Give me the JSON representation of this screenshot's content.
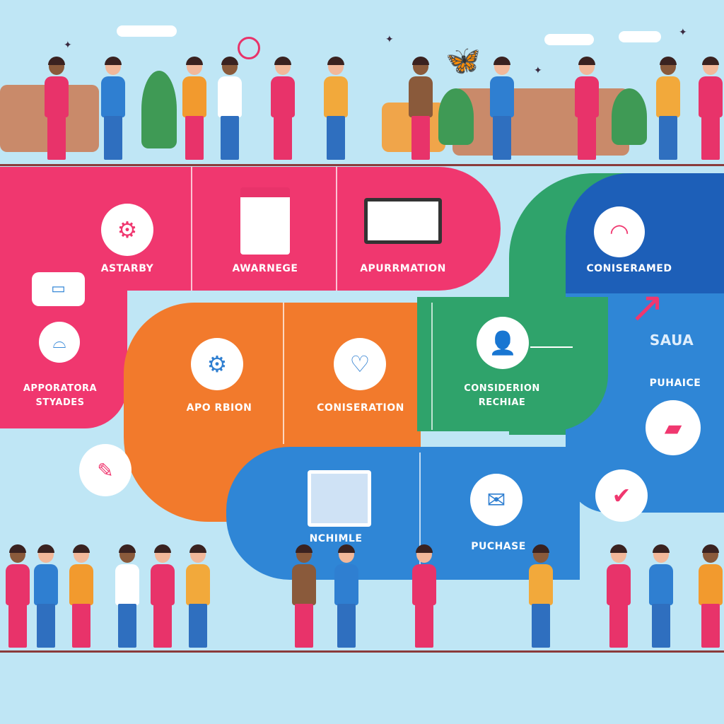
{
  "stages_top": [
    {
      "label": "ASTARBY",
      "icon": "gear-icon"
    },
    {
      "label": "AWARNEGE",
      "icon": "document-icon"
    },
    {
      "label": "APURRMATION",
      "icon": "laptop-icon"
    }
  ],
  "stage_left": {
    "label_line1": "APPORATORA",
    "label_line2": "STYADES"
  },
  "stages_middle": [
    {
      "label": "APO RBION",
      "icon": "gear-icon"
    },
    {
      "label": "CONISERATION",
      "icon": "heart-icon"
    },
    {
      "label_line1": "CONSIDERION",
      "label_line2": "RECHIAE",
      "icon": "person-icon"
    }
  ],
  "stages_right": [
    {
      "label": "CONISERAMED",
      "icon": "tooth-icon"
    },
    {
      "label": "SAUA",
      "icon": "arrow-icon"
    },
    {
      "label": "PUHAICE",
      "icon": "banner-icon"
    }
  ],
  "stages_bottom": [
    {
      "label": "NCHIMLE",
      "icon": "bag-icon"
    },
    {
      "label": "PUCHASE",
      "icon": "mail-icon"
    }
  ],
  "colors": {
    "background": "#bfe6f5",
    "pink": "#f0376f",
    "orange": "#f27a2c",
    "green": "#2fa36b",
    "blue": "#2f86d6",
    "dark_blue": "#1d5fb8"
  },
  "people_colors": [
    "#e8336a",
    "#2f7fd1",
    "#f29a2e",
    "#ffffff",
    "#e8336a",
    "#f2a93b",
    "#8a5a3b",
    "#2f7fd1",
    "#e8336a",
    "#f2a93b"
  ]
}
